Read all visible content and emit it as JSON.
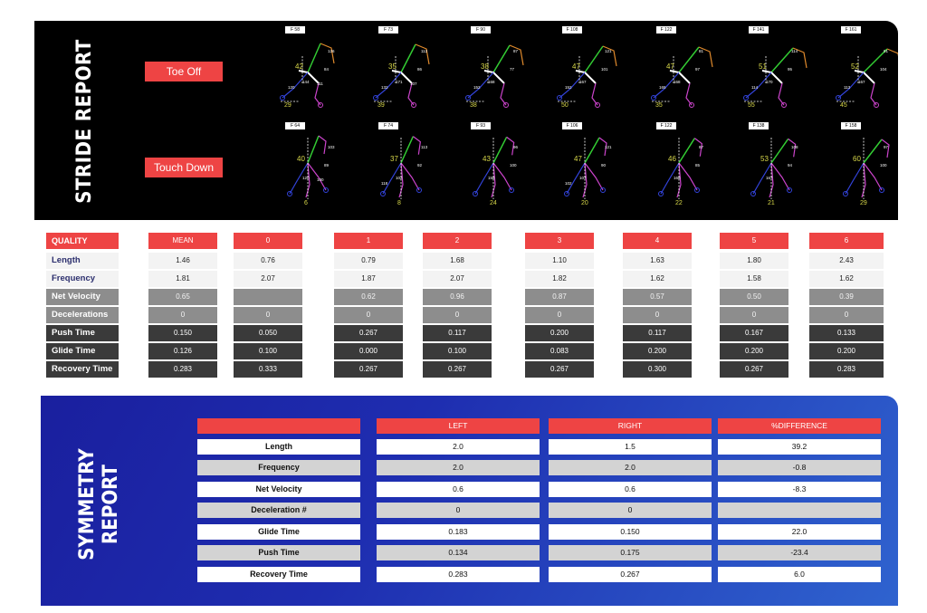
{
  "stride": {
    "title": "STRIDE REPORT",
    "toe_off_label": "Toe Off",
    "touch_down_label": "Touch Down",
    "toe_off_frames": [
      {
        "frame": "F 58",
        "angle": "42",
        "knee": "126",
        "hip": "84",
        "ankle": "144",
        "back": "111",
        "shin": "120",
        "low": "29"
      },
      {
        "frame": "F 73",
        "angle": "35",
        "knee": "112",
        "hip": "86",
        "ankle": "171",
        "back": "107",
        "shin": "132",
        "low": "39"
      },
      {
        "frame": "F 90",
        "angle": "38",
        "knee": "87",
        "hip": "77",
        "ankle": "168",
        "back": "",
        "shin": "152",
        "low": "38"
      },
      {
        "frame": "F 108",
        "angle": "47",
        "knee": "121",
        "hip": "101",
        "ankle": "167",
        "back": "",
        "shin": "152",
        "low": "50"
      },
      {
        "frame": "F 122",
        "angle": "47",
        "knee": "81",
        "hip": "97",
        "ankle": "168",
        "back": "",
        "shin": "165",
        "low": "35"
      },
      {
        "frame": "F 141",
        "angle": "51",
        "knee": "114",
        "hip": "95",
        "ankle": "170",
        "back": "",
        "shin": "114",
        "low": "55"
      },
      {
        "frame": "F 161",
        "angle": "52",
        "knee": "91",
        "hip": "104",
        "ankle": "167",
        "back": "",
        "shin": "113",
        "low": "45"
      }
    ],
    "touch_down_frames": [
      {
        "frame": "F 64",
        "angle": "40",
        "knee": "103",
        "hip": "89",
        "ankle": "120",
        "back": "100",
        "shin": "",
        "low": "6"
      },
      {
        "frame": "F 74",
        "angle": "37",
        "knee": "113",
        "hip": "92",
        "ankle": "102",
        "back": "",
        "shin": "118",
        "low": "8"
      },
      {
        "frame": "F 93",
        "angle": "43",
        "knee": "96",
        "hip": "100",
        "ankle": "158",
        "back": "",
        "shin": "",
        "low": "24"
      },
      {
        "frame": "F 106",
        "angle": "47",
        "knee": "121",
        "hip": "90",
        "ankle": "107",
        "back": "",
        "shin": "102",
        "low": "20"
      },
      {
        "frame": "F 122",
        "angle": "46",
        "knee": "87",
        "hip": "85",
        "ankle": "168",
        "back": "",
        "shin": "",
        "low": "22"
      },
      {
        "frame": "F 138",
        "angle": "53",
        "knee": "108",
        "hip": "94",
        "ankle": "167",
        "back": "",
        "shin": "",
        "low": "21"
      },
      {
        "frame": "F 158",
        "angle": "60",
        "knee": "97",
        "hip": "100",
        "ankle": "",
        "back": "",
        "shin": "",
        "low": "29"
      }
    ]
  },
  "quality": {
    "header_label": "QUALITY",
    "columns": [
      "MEAN",
      "0",
      "1",
      "2",
      "3",
      "4",
      "5",
      "6"
    ],
    "rows": [
      {
        "label": "Length",
        "style": "white",
        "values": [
          "1.46",
          "0.76",
          "0.79",
          "1.68",
          "1.10",
          "1.63",
          "1.80",
          "2.43"
        ]
      },
      {
        "label": "Frequency",
        "style": "white",
        "values": [
          "1.81",
          "2.07",
          "1.87",
          "2.07",
          "1.82",
          "1.62",
          "1.58",
          "1.62"
        ]
      },
      {
        "label": "Net Velocity",
        "style": "gray",
        "values": [
          "0.65",
          "",
          "0.62",
          "0.96",
          "0.87",
          "0.57",
          "0.50",
          "0.39"
        ]
      },
      {
        "label": "Decelerations",
        "style": "gray",
        "values": [
          "0",
          "0",
          "0",
          "0",
          "0",
          "0",
          "0",
          "0"
        ]
      },
      {
        "label": "Push Time",
        "style": "dark",
        "values": [
          "0.150",
          "0.050",
          "0.267",
          "0.117",
          "0.200",
          "0.117",
          "0.167",
          "0.133"
        ]
      },
      {
        "label": "Glide Time",
        "style": "dark",
        "values": [
          "0.126",
          "0.100",
          "0.000",
          "0.100",
          "0.083",
          "0.200",
          "0.200",
          "0.200"
        ]
      },
      {
        "label": "Recovery Time",
        "style": "dark",
        "values": [
          "0.283",
          "0.333",
          "0.267",
          "0.267",
          "0.267",
          "0.300",
          "0.267",
          "0.283"
        ]
      }
    ]
  },
  "symmetry": {
    "title_line1": "SYMMETRY",
    "title_line2": "REPORT",
    "columns": [
      "",
      "LEFT",
      "RIGHT",
      "%DIFFERENCE"
    ],
    "rows": [
      {
        "label": "Length",
        "style": "white",
        "left": "2.0",
        "right": "1.5",
        "diff": "39.2"
      },
      {
        "label": "Frequency",
        "style": "gray",
        "left": "2.0",
        "right": "2.0",
        "diff": "-0.8"
      },
      {
        "label": "Net Velocity",
        "style": "white",
        "left": "0.6",
        "right": "0.6",
        "diff": "-8.3"
      },
      {
        "label": "Deceleration #",
        "style": "gray",
        "left": "0",
        "right": "0",
        "diff": ""
      },
      {
        "label": "Glide Time",
        "style": "white",
        "left": "0.183",
        "right": "0.150",
        "diff": "22.0"
      },
      {
        "label": "Push Time",
        "style": "gray",
        "left": "0.134",
        "right": "0.175",
        "diff": "-23.4"
      },
      {
        "label": "Recovery Time",
        "style": "white",
        "left": "0.283",
        "right": "0.267",
        "diff": "6.0"
      }
    ]
  },
  "colors": {
    "accent_red": "#ee4444",
    "panel_black": "#000000",
    "panel_blue": "#1e2db0",
    "torso_green": "#33cc33",
    "arm_orange": "#e08a2c",
    "leg_magenta": "#cc44cc",
    "leg_blue": "#3344dd",
    "label_yellow": "#d9d94a"
  }
}
